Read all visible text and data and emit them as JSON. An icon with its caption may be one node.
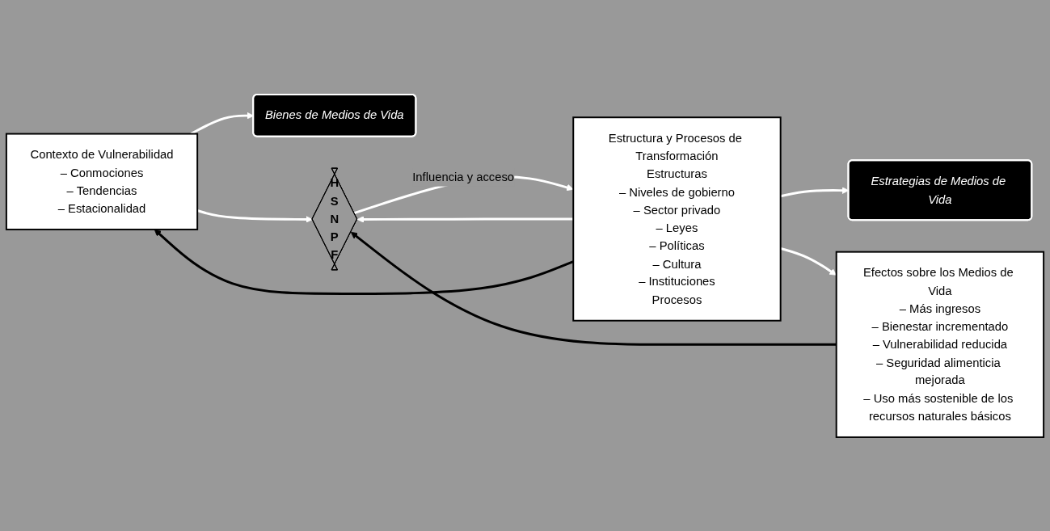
{
  "diagram": {
    "nodes": [
      {
        "text": [
          "Contexto de Vulnerabilidad",
          "– Conmociones",
          "– Tendencias",
          "– Estacionalidad"
        ]
      },
      {
        "text": [
          "Bienes de Medios de Vida"
        ]
      },
      {
        "text": [
          "H",
          "S",
          "N",
          "P",
          "F"
        ]
      },
      {
        "text": [
          "Estructura y Procesos de Transformación",
          "Estructuras",
          "– Niveles de gobierno",
          "– Sector privado",
          "– Leyes",
          "– Políticas",
          "– Cultura",
          "– Instituciones",
          "Procesos"
        ]
      },
      {
        "text": [
          "Estrategias de Medios de Vida"
        ]
      },
      {
        "text": [
          "Efectos sobre los Medios de Vida",
          "– Más ingresos",
          "– Bienestar incrementado",
          "– Vulnerabilidad reducida",
          "– Seguridad alimenticia mejorada",
          "– Uso más sostenible de los recursos naturales básicos"
        ]
      }
    ],
    "edges": [
      {
        "from": 0,
        "to": 1,
        "arrow": "to"
      },
      {
        "from": 0,
        "to": 2,
        "arrow": "to"
      },
      {
        "from": 2,
        "to": 3,
        "arrow": "to",
        "label": "Influencia y acceso"
      },
      {
        "from": 3,
        "to": 2,
        "arrow": "to"
      },
      {
        "from": 3,
        "to": 4,
        "arrow": "to"
      },
      {
        "from": 3,
        "to": 5,
        "arrow": "to"
      },
      {
        "from": 3,
        "to": 0,
        "arrow": "to",
        "color": "#000000"
      },
      {
        "from": 5,
        "to": 2,
        "arrow": "to",
        "color": "#000000"
      }
    ]
  }
}
